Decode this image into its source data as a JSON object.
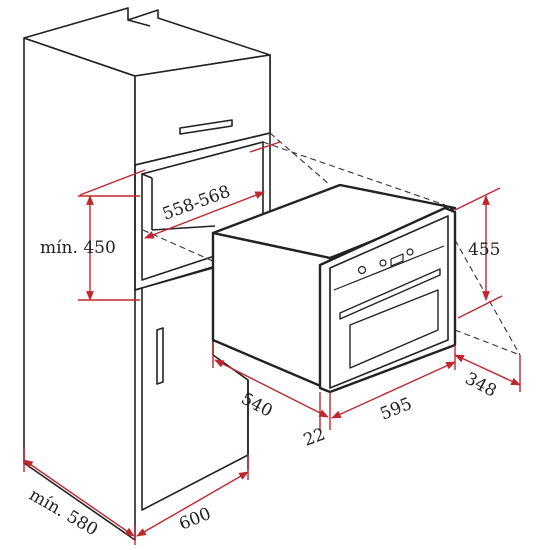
{
  "colors": {
    "line": "#222222",
    "dimension": "#c0272d",
    "dashed": "#333333",
    "panel_fill": "#ffffff",
    "handle_fill": "#ffffff"
  },
  "dimensions": {
    "niche_width": "558-568",
    "niche_height_min": "mín. 450",
    "oven_height": "455",
    "oven_depth": "540",
    "oven_width": "595",
    "front_thickness": "22",
    "front_projection": "348",
    "cabinet_depth_min": "mín. 580",
    "cabinet_width": "600"
  },
  "icons": {
    "oven": "built-in-compact-oven-icon",
    "cabinet": "tall-cabinet-icon"
  }
}
